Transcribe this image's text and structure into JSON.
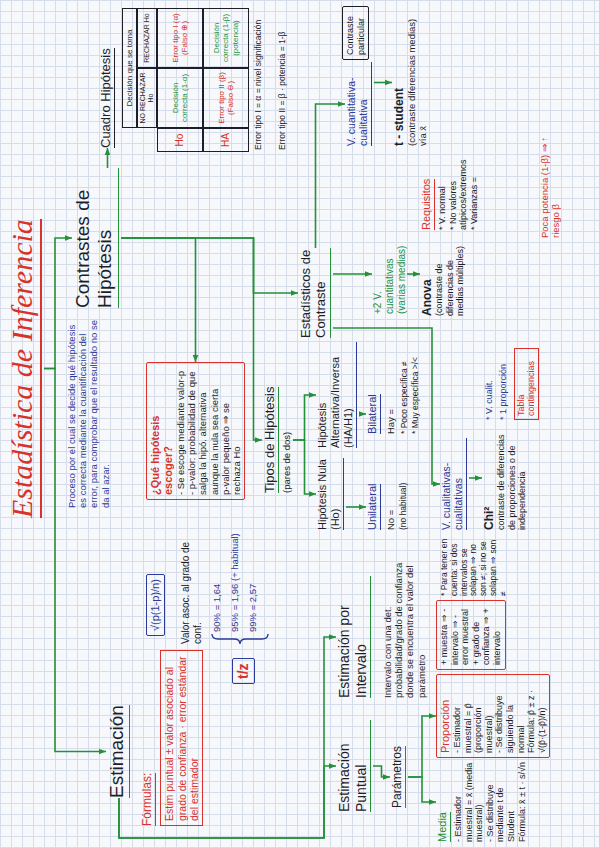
{
  "diagram": {
    "nodes": [
      {
        "text": [
          "Estadística de Inferencia"
        ]
      },
      {
        "text": [
          "Estimación"
        ]
      },
      {
        "text": [
          "Contrastes de Hipótesis"
        ]
      },
      {
        "text": [
          "Fórmulas:",
          "Estim puntual ± valor asociado al grado de confianza · error estándar del estimador"
        ]
      },
      {
        "text": [
          "√(p(1-p)/n)"
        ]
      },
      {
        "text": [
          "Valor asoc. al grado de conf."
        ]
      },
      {
        "text": [
          "t/z"
        ]
      },
      {
        "text": [
          "Estimación Puntual"
        ]
      },
      {
        "text": [
          "Estimación por Intervalo"
        ]
      },
      {
        "text": [
          "Intervalo con una det. probabilidad/grado de confianza donde se encuentra el valor del parámetro"
        ]
      },
      {
        "text": [
          "Parámetros"
        ]
      },
      {
        "text": [
          "Media",
          "- Estimador muestral = x̄ (media muestral)",
          "- Se distribuye mediante t de Student",
          "Fórmula: x̄ ± t · s/√n"
        ]
      },
      {
        "text": [
          "Proporción",
          "- Estimador muestral = p̂ (proporción muestral)",
          "- Se distribuye siguiendo la normal",
          "Fórmula: p̂ ± z · √(p̂·(1-p̂)/n)"
        ]
      },
      {
        "text": [
          "+ muestra ⇒ - intervalo ⇒ - error muestral",
          "+ grado de confianza ⇒ + intervalo"
        ]
      },
      {
        "text": [
          "Proceso por el cual se decide qué hipótesis es correcta mediante la cuantificación del error, para comprobar que el resultado no se da al azar."
        ]
      },
      {
        "text": [
          "¿Qué hipótesis escoger?",
          "- Se escoge mediante valor-p",
          "- p-valor: probabilidad de que salga la hipó. alternativa aunque la nula sea cierta",
          "p-valor pequeño ⇒ se rechaza Ho"
        ]
      },
      {
        "text": [
          "Tipos de Hipótesis",
          "(pares de dos)"
        ]
      },
      {
        "text": [
          "Hipótesis Nula (Ho)"
        ]
      },
      {
        "text": [
          "Hipótesis Alternativa/Inversa (HA/H1)"
        ]
      },
      {
        "text": [
          "Unilateral"
        ]
      },
      {
        "text": [
          "Bilateral"
        ]
      },
      {
        "text": [
          "Cuadro Hipótesis"
        ]
      },
      {
        "text": [
          "Estadísticos de Contraste"
        ]
      },
      {
        "text": [
          "V. cualitativas-cualitativas"
        ]
      },
      {
        "text": [
          "Chi²",
          "contraste de diferencias de proporciones o de independencia"
        ]
      },
      {
        "text": [
          "+2 V. cuantitativas (varias medias)"
        ]
      },
      {
        "text": [
          "Anova",
          "(contraste de diferencias de medias múltiples)"
        ]
      },
      {
        "text": [
          "Requisitos",
          "* V. normal",
          "* No valores atípicos/extremos",
          "* Varianzas ="
        ]
      },
      {
        "text": [
          "V. cuantitativa-cualitativa"
        ]
      },
      {
        "text": [
          "t - student",
          "(contraste diferencias medias)",
          "vía x̄"
        ]
      },
      {
        "text": [
          "Contraste particular"
        ]
      }
    ],
    "edges": [
      {
        "from": 0,
        "to": 1,
        "arrow": "to"
      },
      {
        "from": 0,
        "to": 2,
        "arrow": "to"
      },
      {
        "from": 1,
        "to": 7,
        "arrow": "to"
      },
      {
        "from": 1,
        "to": 8,
        "arrow": "to"
      },
      {
        "from": 7,
        "to": 10,
        "arrow": "to"
      },
      {
        "from": 10,
        "to": 11,
        "arrow": "to"
      },
      {
        "from": 10,
        "to": 12,
        "arrow": "to"
      },
      {
        "from": 2,
        "to": 15,
        "arrow": "to"
      },
      {
        "from": 2,
        "to": 16,
        "arrow": "to"
      },
      {
        "from": 2,
        "to": 22,
        "arrow": "to"
      },
      {
        "from": 2,
        "to": 21,
        "arrow": "to"
      },
      {
        "from": 16,
        "to": 17,
        "arrow": "to"
      },
      {
        "from": 16,
        "to": 18,
        "arrow": "to"
      },
      {
        "from": 17,
        "to": 19,
        "arrow": "to"
      },
      {
        "from": 18,
        "to": 20,
        "arrow": "to"
      },
      {
        "from": 22,
        "to": 23,
        "arrow": "to"
      },
      {
        "from": 22,
        "to": 25,
        "arrow": "to"
      },
      {
        "from": 22,
        "to": 28,
        "arrow": "to"
      },
      {
        "from": 25,
        "to": 26,
        "arrow": "to"
      },
      {
        "from": 23,
        "to": 24,
        "arrow": "to"
      },
      {
        "from": 28,
        "to": 29,
        "arrow": "to"
      }
    ],
    "labels": [
      "90% = 1,64",
      "95% = 1,96 (+ habitual)",
      "99% = 2,57",
      "* Para tener en cuenta: si dos intervalos se solapan ⇒ no son ≠; si no se solapan ⇒ son ≠",
      "No =",
      "(no habitual)",
      "Hay =",
      "* Poco específica ≠",
      "* Muy específica >/<",
      "Decisión que se toma",
      "NO RECHAZAR Ho",
      "RECHAZAR Ho",
      "Ho",
      "Decisión correcta (1-α)",
      "Error tipo I (α) (Falso ⊕)",
      "HA",
      "Error tipo II (β) (Falso ⊖)",
      "Decisión correcta (1-β) (potencia)",
      "Error tipo I = α = nivel significación",
      "Error tipo II = β · potencia = 1-β",
      "* V. cualit.",
      "* 1 proporción",
      "Tabla contingencias",
      "Poca potencia (1-β) ⇒ ↑ riesgo β"
    ]
  }
}
